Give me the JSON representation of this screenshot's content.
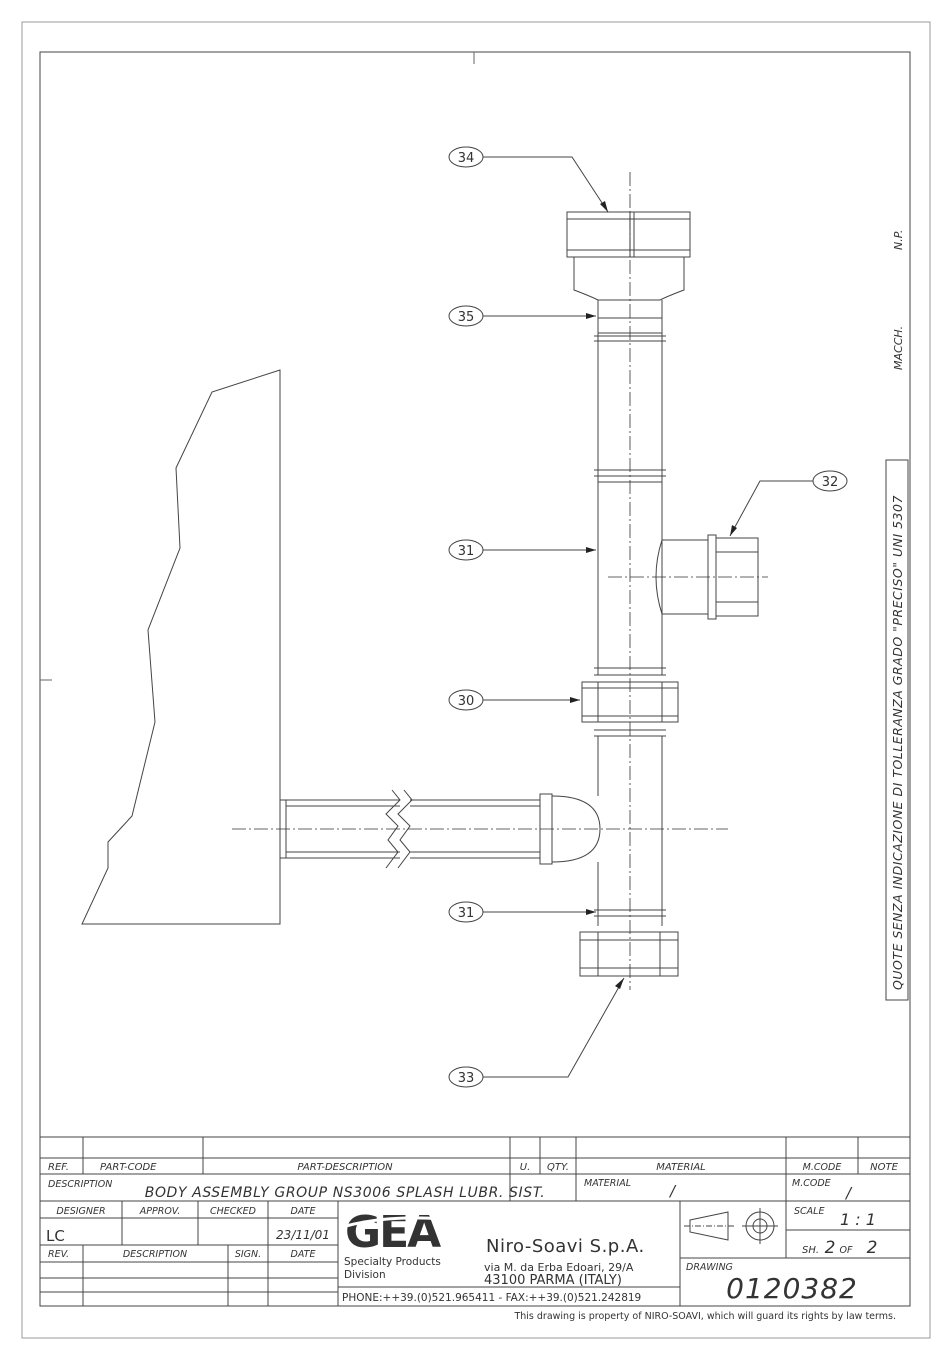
{
  "callouts": [
    "34",
    "35",
    "31",
    "32",
    "30",
    "31",
    "33"
  ],
  "side_note": "QUOTE SENZA INDICAZIONE DI TOLLERANZA GRADO \"PRECISO\" UNI 5307",
  "side_labels": {
    "macch": "MACCH.",
    "np": "N.P."
  },
  "title_block": {
    "headers": {
      "ref": "REF.",
      "part_code": "PART-CODE",
      "part_description": "PART-DESCRIPTION",
      "u": "U.",
      "qty": "QTY.",
      "material": "MATERIAL",
      "mcode": "M.CODE",
      "note": "NOTE"
    },
    "description_label": "DESCRIPTION",
    "description": "BODY ASSEMBLY GROUP NS3006 SPLASH LUBR. SIST.",
    "material_label": "MATERIAL",
    "material_value": "/",
    "mcode_label": "M.CODE",
    "mcode_value": "/",
    "designer_label": "DESIGNER",
    "approv_label": "APPROV.",
    "checked_label": "CHECKED",
    "date_label": "DATE",
    "designer": "LC",
    "date": "23/11/01",
    "rev_headers": {
      "rev": "REV.",
      "description": "DESCRIPTION",
      "sign": "SIGN.",
      "date": "DATE"
    },
    "logo": "GEA",
    "division_line1": "Specialty Products",
    "division_line2": "Division",
    "company": "Niro-Soavi S.p.A.",
    "address1": "via M. da Erba Edoari, 29/A",
    "address2": "43100 PARMA (ITALY)",
    "phone": "PHONE:++39.(0)521.965411 - FAX:++39.(0)521.242819",
    "scale_label": "SCALE",
    "scale": "1 : 1",
    "sheet_prefix": "SH.",
    "sheet": "2",
    "sheet_of": "OF",
    "sheet_total": "2",
    "drawing_label": "DRAWING",
    "drawing_number": "0120382",
    "property_note": "This drawing is property of NIRO-SOAVI, which will guard its rights by law terms."
  }
}
